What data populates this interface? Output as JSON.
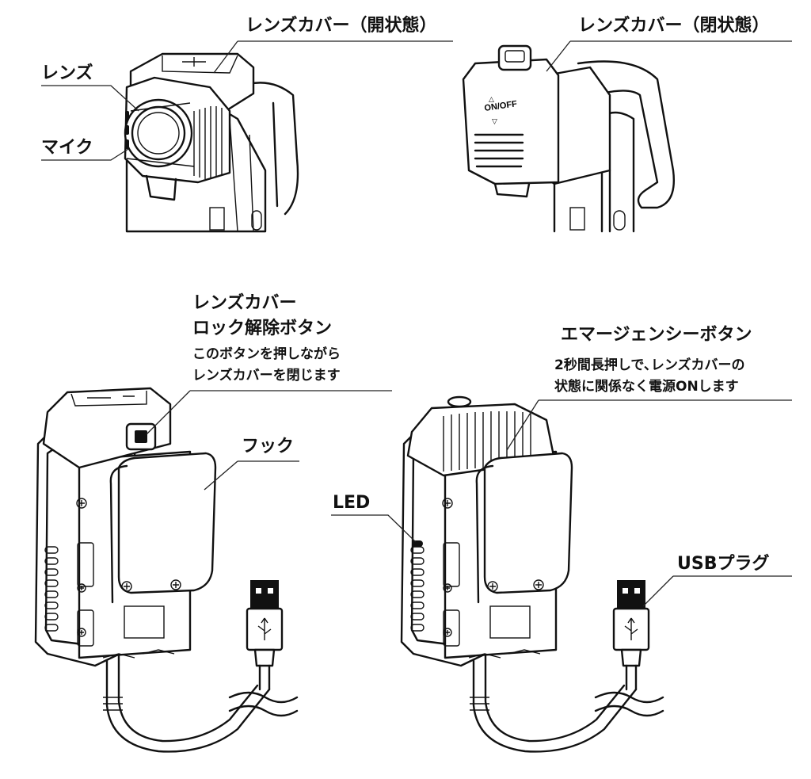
{
  "top_left": {
    "cover_label": "レンズカバー（開状態）",
    "lens_label": "レンズ",
    "mic_label": "マイク"
  },
  "top_right": {
    "cover_label": "レンズカバー（閉状態）",
    "switch_text": "ON/OFF"
  },
  "bottom_left": {
    "lock_title_line1": "レンズカバー",
    "lock_title_line2": "ロック解除ボタン",
    "lock_desc_line1": "このボタンを押しながら",
    "lock_desc_line2": "レンズカバーを閉じます",
    "hook_label": "フック"
  },
  "bottom_right": {
    "emergency_title": "エマージェンシーボタン",
    "emergency_desc_line1": "2秒間長押しで､レンズカバーの",
    "emergency_desc_line2": "状態に関係なく電源ONします",
    "led_label": "LED",
    "usb_label": "USBプラグ"
  },
  "icons": [
    "usb-icon",
    "screw-icon",
    "wave-break-icon"
  ]
}
